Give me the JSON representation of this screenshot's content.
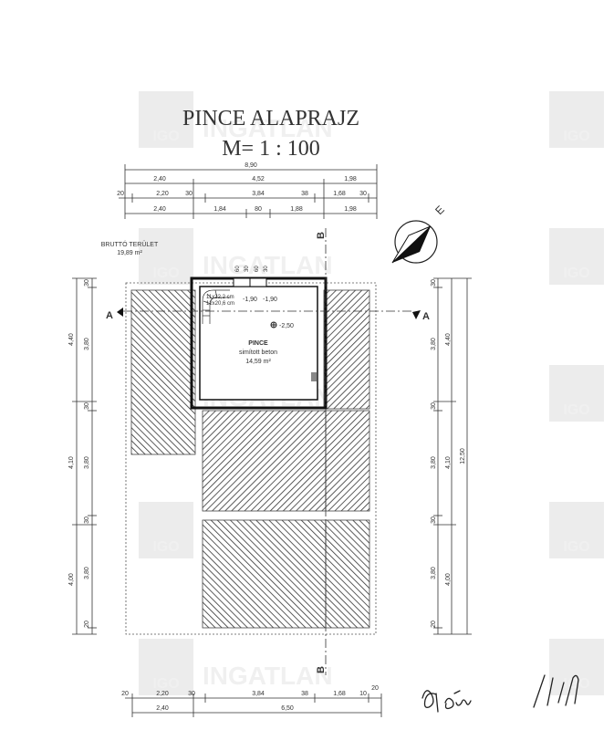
{
  "title": "PINCE ALAPRAJZ",
  "scale": "M= 1 : 100",
  "area_note": {
    "label": "BRUTTÓ TERÜLET",
    "value": "19,89 m²"
  },
  "room": {
    "name": "PINCE",
    "floor": "simított beton",
    "area": "14,59 m²"
  },
  "levels": {
    "stair": "-1,90",
    "landing": "-1,90",
    "floor": "-2,50"
  },
  "stair_notes": [
    "11x22,2 cm",
    "12x20,6 cm"
  ],
  "section_marks": {
    "a_left": "A",
    "a_right": "A",
    "b_top": "B",
    "b_bottom": "B"
  },
  "watermark": {
    "brand": "IGO",
    "name": "INGATLAN"
  },
  "signature": "Ψçŭ  /ɩʟʟ",
  "top_dims": {
    "row1": [
      "8,90"
    ],
    "row2": [
      "2,40",
      "4,52",
      "1,98"
    ],
    "row3": [
      "20",
      "2,20",
      "30",
      "3,84",
      "38",
      "1,68",
      "30"
    ],
    "row4": [
      "2,40",
      "1,84",
      "80",
      "1,88",
      "1,98"
    ],
    "opening": [
      "60",
      "30",
      "60",
      "30"
    ]
  },
  "left_dims": {
    "outer": [
      "4,40",
      "4,10",
      "4,00"
    ],
    "inner": [
      "30",
      "3,80",
      "30",
      "3,80",
      "30",
      "3,80",
      "20"
    ]
  },
  "right_dims": {
    "inner": [
      "30",
      "3,80",
      "30",
      "3,80",
      "30",
      "3,80",
      "20"
    ],
    "mid": [
      "4,40",
      "4,10",
      "4,00"
    ],
    "total": [
      "12,50"
    ]
  },
  "bottom_dims": {
    "row1": [
      "20",
      "2,20",
      "30",
      "3,84",
      "38",
      "1,68",
      "10",
      "20"
    ],
    "row2": [
      "2,40",
      "6,50"
    ]
  }
}
